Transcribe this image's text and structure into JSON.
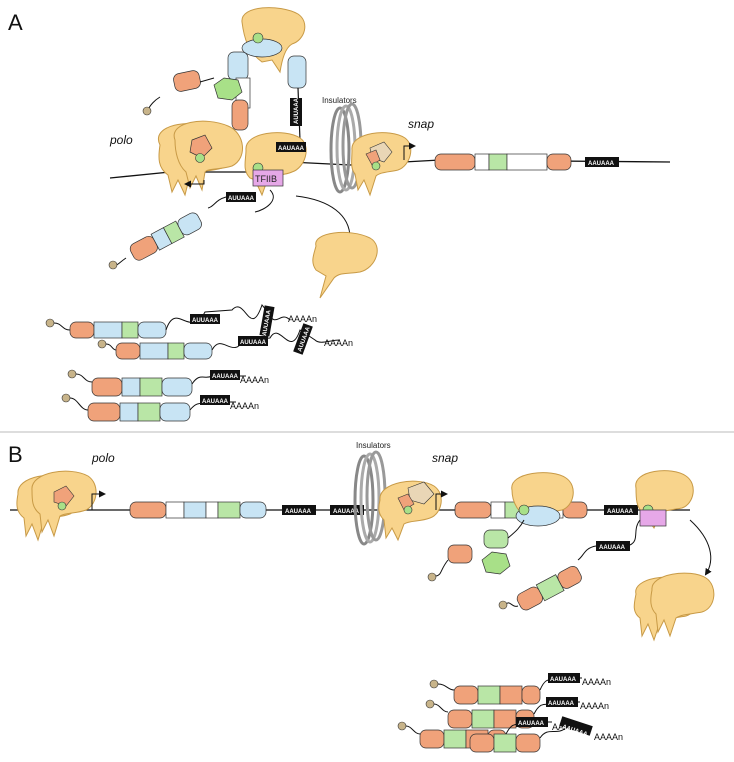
{
  "figure": {
    "panel_a": {
      "letter": "A",
      "polo_label": "polo",
      "snap_label": "snap",
      "insulators_label": "Insulators",
      "tfiib_label": "TFIIB"
    },
    "panel_b": {
      "letter": "B",
      "polo_label": "polo",
      "snap_label": "snap",
      "insulators_label": "Insulators"
    },
    "motifs": {
      "aauaaa": "AAUAAA",
      "auuaaa": "AUUAAA",
      "polyA_tail": "AAAAn"
    }
  },
  "colors": {
    "polymerase": "#f8d48c",
    "polymerase_stroke": "#c89a46",
    "orange_exon": "#f0a27a",
    "green_exon": "#b9e6a6",
    "blue_exon": "#c8e4f4",
    "white_exon": "#ffffff",
    "tfiib": "#e6a8e8",
    "green_factor": "#a8e088",
    "insulator": "#9a9a9a",
    "cap": "#c8b48a"
  }
}
